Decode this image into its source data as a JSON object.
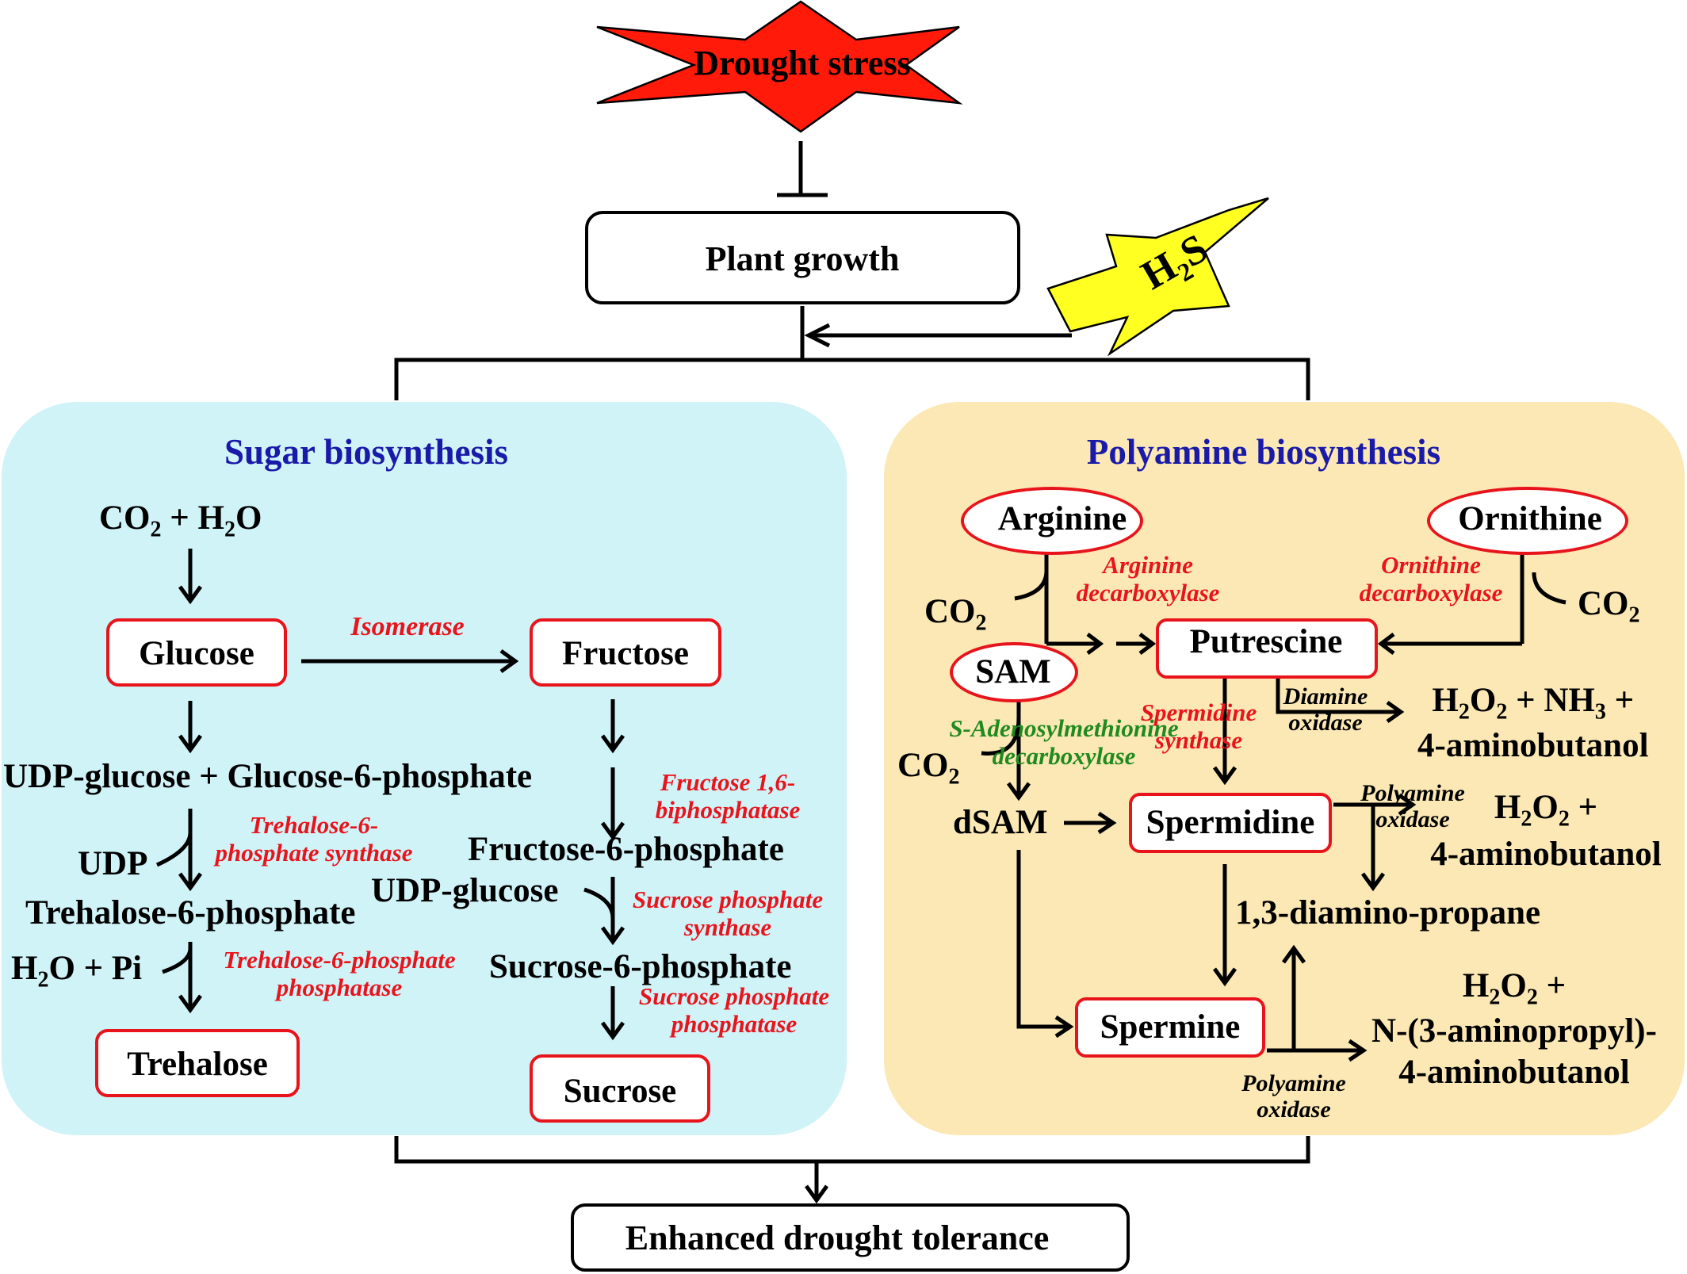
{
  "colors": {
    "sugar_panel": "#d0f3f8",
    "polyamine_panel": "#fbe8b4",
    "box_border_red": "#e8141c",
    "drought_star": "#ff1a0a",
    "h2s_star": "#ffff22",
    "title_blue": "#1a1aa8",
    "enzyme_red": "#e8141c",
    "enzyme_green": "#1f8a1f"
  },
  "top": {
    "drought_stress": "Drought stress",
    "plant_growth": "Plant growth",
    "h2s": {
      "base": "H",
      "sub": "2",
      "tail": "S"
    },
    "enhanced_tolerance": "Enhanced drought tolerance"
  },
  "sugar": {
    "title": "Sugar biosynthesis",
    "co2_h2o": {
      "a": "CO",
      "a_sub": "2",
      "mid": " + H",
      "b_sub": "2",
      "tail": "O"
    },
    "glucose": "Glucose",
    "isomerase": "Isomerase",
    "fructose": "Fructose",
    "udp_glucose_g6p": "UDP-glucose + Glucose-6-phosphate",
    "t6p_synthase": "Trehalose-6-\nphosphate synthase",
    "udp": "UDP",
    "trehalose_6_phosphate": "Trehalose-6-phosphate",
    "h2o_pi": {
      "a": "H",
      "a_sub": "2",
      "tail": "O + Pi"
    },
    "t6p_phosphatase": "Trehalose-6-phosphate\nphosphatase",
    "trehalose": "Trehalose",
    "fructose_bisphosphatase": "Fructose 1,6-\nbiphosphatase",
    "fructose_6_phosphate": "Fructose-6-phosphate",
    "udp_glucose": "UDP-glucose",
    "sucrose_phosphate_synthase": "Sucrose phosphate\nsynthase",
    "sucrose_6_phosphate": "Sucrose-6-phosphate",
    "sucrose_phosphate_phosphatase": "Sucrose phosphate\nphosphatase",
    "sucrose": "Sucrose"
  },
  "polyamine": {
    "title": "Polyamine biosynthesis",
    "arginine": "Arginine",
    "ornithine": "Ornithine",
    "arginine_decarboxylase": "Arginine\ndecarboxylase",
    "ornithine_decarboxylase": "Ornithine\ndecarboxylase",
    "co2_left": {
      "a": "CO",
      "a_sub": "2"
    },
    "co2_right": {
      "a": "CO",
      "a_sub": "2"
    },
    "putrescine": "Putrescine",
    "sam": "SAM",
    "diamine_oxidase": "Diamine\noxidase",
    "product_1": {
      "a": "H",
      "a_sub": "2",
      "mid": "O",
      "b_sub": "2",
      "mid2": " + NH",
      "c_sub": "3",
      "tail": " +",
      "line2": "4-aminobutanol"
    },
    "spermidine_synthase": "Spermidine\nsynthase",
    "sam_decarboxylase": "S-Adenosylmethionine\ndecarboxylase",
    "co2_sam": {
      "a": "CO",
      "a_sub": "2"
    },
    "dsam": "dSAM",
    "spermidine": "Spermidine",
    "polyamine_oxidase_1": "Polyamine\noxidase",
    "product_2": {
      "a": "H",
      "a_sub": "2",
      "mid": "O",
      "b_sub": "2",
      "tail": " +",
      "line2": "4-aminobutanol"
    },
    "diaminopropane": "1,3-diamino-propane",
    "product_3": {
      "a": "H",
      "a_sub": "2",
      "mid": "O",
      "b_sub": "2",
      "tail": " +",
      "line2": "N-(3-aminopropyl)-",
      "line3": "4-aminobutanol"
    },
    "spermine": "Spermine",
    "polyamine_oxidase_2": "Polyamine\noxidase"
  }
}
